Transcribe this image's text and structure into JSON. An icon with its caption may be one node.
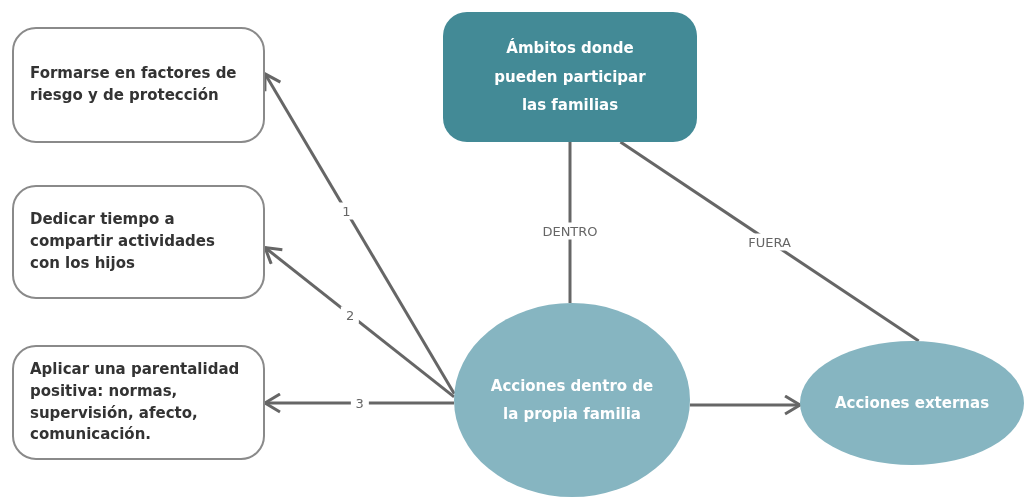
{
  "diagram": {
    "nodes": [
      {
        "text": [
          "Ámbitos donde pueden participar las familias"
        ]
      },
      {
        "text": [
          "Formarse en factores de riesgo y de protección"
        ]
      },
      {
        "text": [
          "Dedicar tiempo a compartir actividades con los hijos"
        ]
      },
      {
        "text": [
          "Aplicar una parentalidad positiva: normas, supervisión, afecto, comunicación."
        ]
      },
      {
        "text": [
          "Acciones dentro de la propia familia"
        ]
      },
      {
        "text": [
          "Acciones externas"
        ]
      }
    ],
    "edges": [
      {
        "from": 0,
        "to": 4,
        "arrow": "none",
        "label": "DENTRO"
      },
      {
        "from": 0,
        "to": 5,
        "arrow": "none",
        "label": "FUERA"
      },
      {
        "from": 4,
        "to": 1,
        "arrow": "to",
        "label": "1"
      },
      {
        "from": 4,
        "to": 2,
        "arrow": "to",
        "label": "2"
      },
      {
        "from": 4,
        "to": 3,
        "arrow": "to",
        "label": "3"
      },
      {
        "from": 4,
        "to": 5,
        "arrow": "to"
      }
    ]
  }
}
